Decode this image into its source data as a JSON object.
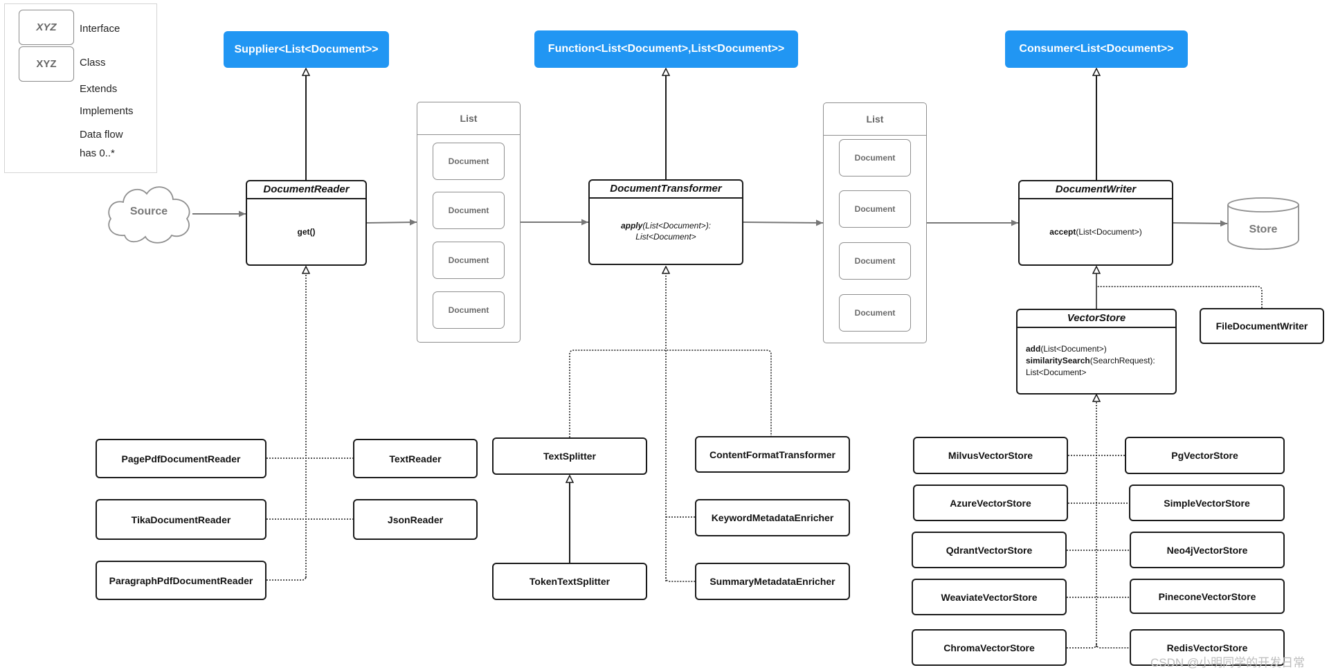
{
  "legend": {
    "interface_box": "XYZ",
    "interface_label": "Interface",
    "class_box": "XYZ",
    "class_label": "Class",
    "extends_label": "Extends",
    "implements_label": "Implements",
    "dataflow_label": "Data flow",
    "has_label": "has 0..*"
  },
  "interfaces": {
    "supplier": "Supplier<List<Document>>",
    "function": "Function<List<Document>,List<Document>>",
    "consumer": "Consumer<List<Document>>"
  },
  "source": "Source",
  "store": "Store",
  "reader": {
    "title": "DocumentReader",
    "method": "get()"
  },
  "transformer": {
    "title": "DocumentTransformer",
    "method_name": "apply",
    "method_args": "(List<Document>):",
    "method_return": "List<Document>"
  },
  "writer": {
    "title": "DocumentWriter",
    "method_name": "accept",
    "method_args": "(List<Document>)"
  },
  "vector_store": {
    "title": "VectorStore",
    "m1_name": "add",
    "m1_args": "(List<Document>)",
    "m2_name": "similaritySearch",
    "m2_args": "(SearchRequest):",
    "m2_return": "List<Document>"
  },
  "file_writer": "FileDocumentWriter",
  "lists": [
    {
      "title": "List",
      "items": [
        "Document",
        "Document",
        "Document",
        "Document"
      ]
    },
    {
      "title": "List",
      "items": [
        "Document",
        "Document",
        "Document",
        "Document"
      ]
    }
  ],
  "readers": [
    "PagePdfDocumentReader",
    "TikaDocumentReader",
    "ParagraphPdfDocumentReader",
    "TextReader",
    "JsonReader"
  ],
  "transformers": [
    "TextSplitter",
    "TokenTextSplitter",
    "ContentFormatTransformer",
    "KeywordMetadataEnricher",
    "SummaryMetadataEnricher"
  ],
  "vector_stores_left": [
    "MilvusVectorStore",
    "AzureVectorStore",
    "QdrantVectorStore",
    "WeaviateVectorStore",
    "ChromaVectorStore"
  ],
  "vector_stores_right": [
    "PgVectorStore",
    "SimpleVectorStore",
    "Neo4jVectorStore",
    "PineconeVectorStore",
    "RedisVectorStore"
  ],
  "watermark": "CSDN @小明同学的开发日常",
  "colors": {
    "interface_blue": "#2196f3",
    "border": "#1a1a1a",
    "muted": "#8e8e8e"
  }
}
